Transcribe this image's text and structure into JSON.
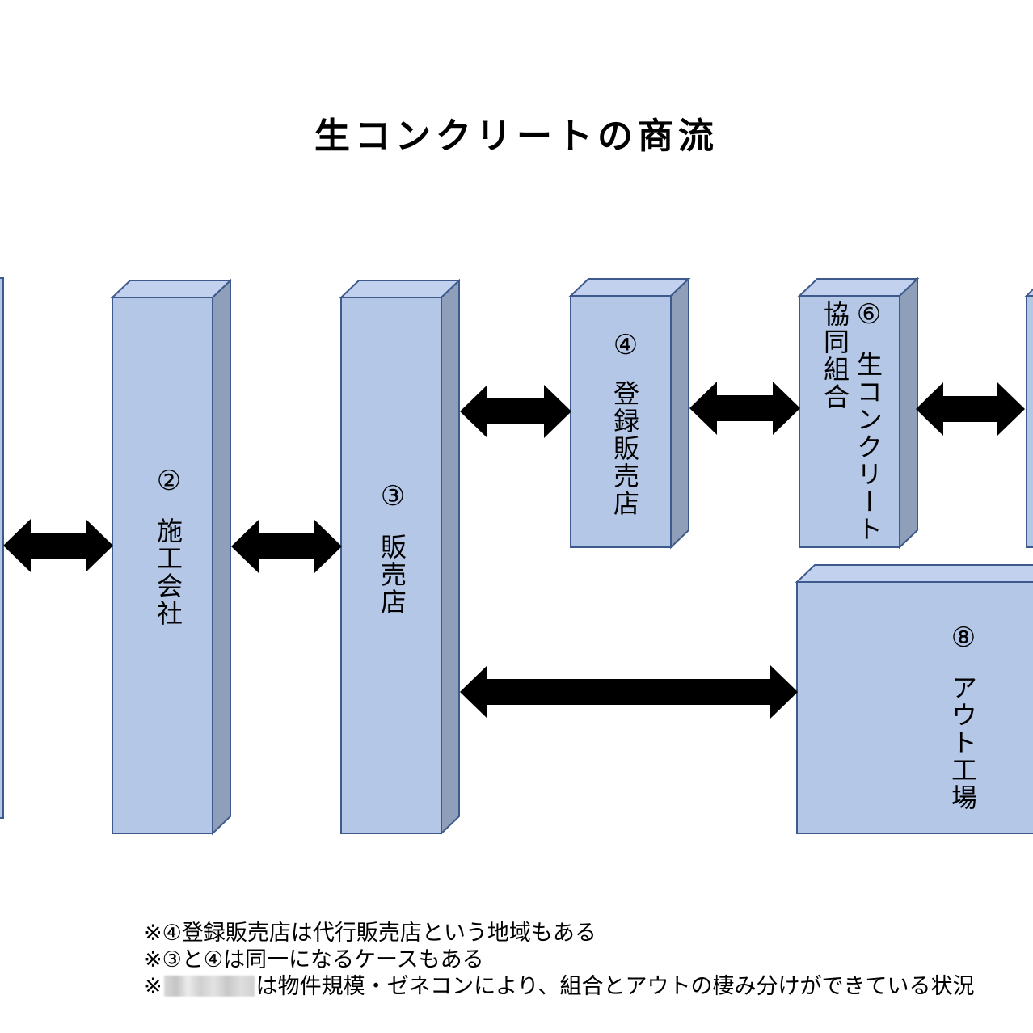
{
  "title": "生コンクリートの商流",
  "nodes": [
    {
      "id": "2",
      "num": "②",
      "label": "施工会社"
    },
    {
      "id": "3",
      "num": "③",
      "label": "販売店"
    },
    {
      "id": "4",
      "num": "④",
      "label": "登録販売店"
    },
    {
      "id": "6",
      "num": "⑥",
      "label_main": "生コンクリート",
      "label_sub": "協同組合"
    },
    {
      "id": "8",
      "num": "⑧",
      "label": "アウト工場"
    }
  ],
  "edges": [
    {
      "from": "1",
      "to": "2",
      "type": "bidirectional"
    },
    {
      "from": "2",
      "to": "3",
      "type": "bidirectional"
    },
    {
      "from": "3",
      "to": "4",
      "type": "bidirectional"
    },
    {
      "from": "4",
      "to": "6",
      "type": "bidirectional"
    },
    {
      "from": "6",
      "to": "7",
      "type": "bidirectional"
    },
    {
      "from": "3",
      "to": "8",
      "type": "bidirectional"
    }
  ],
  "notes": {
    "line1": "※④登録販売店は代行販売店という地域もある",
    "line2": "※③と④は同一になるケースもある",
    "line3_prefix": "※",
    "line3_suffix": "は物件規模・ゼネコンにより、組合とアウトの棲み分けができている状況"
  },
  "colors": {
    "box_front": "#b4c7e7",
    "box_top": "#c2d2ee",
    "box_side": "#8f9fb9",
    "box_stroke": "#3e5a8c",
    "arrow": "#000000"
  }
}
